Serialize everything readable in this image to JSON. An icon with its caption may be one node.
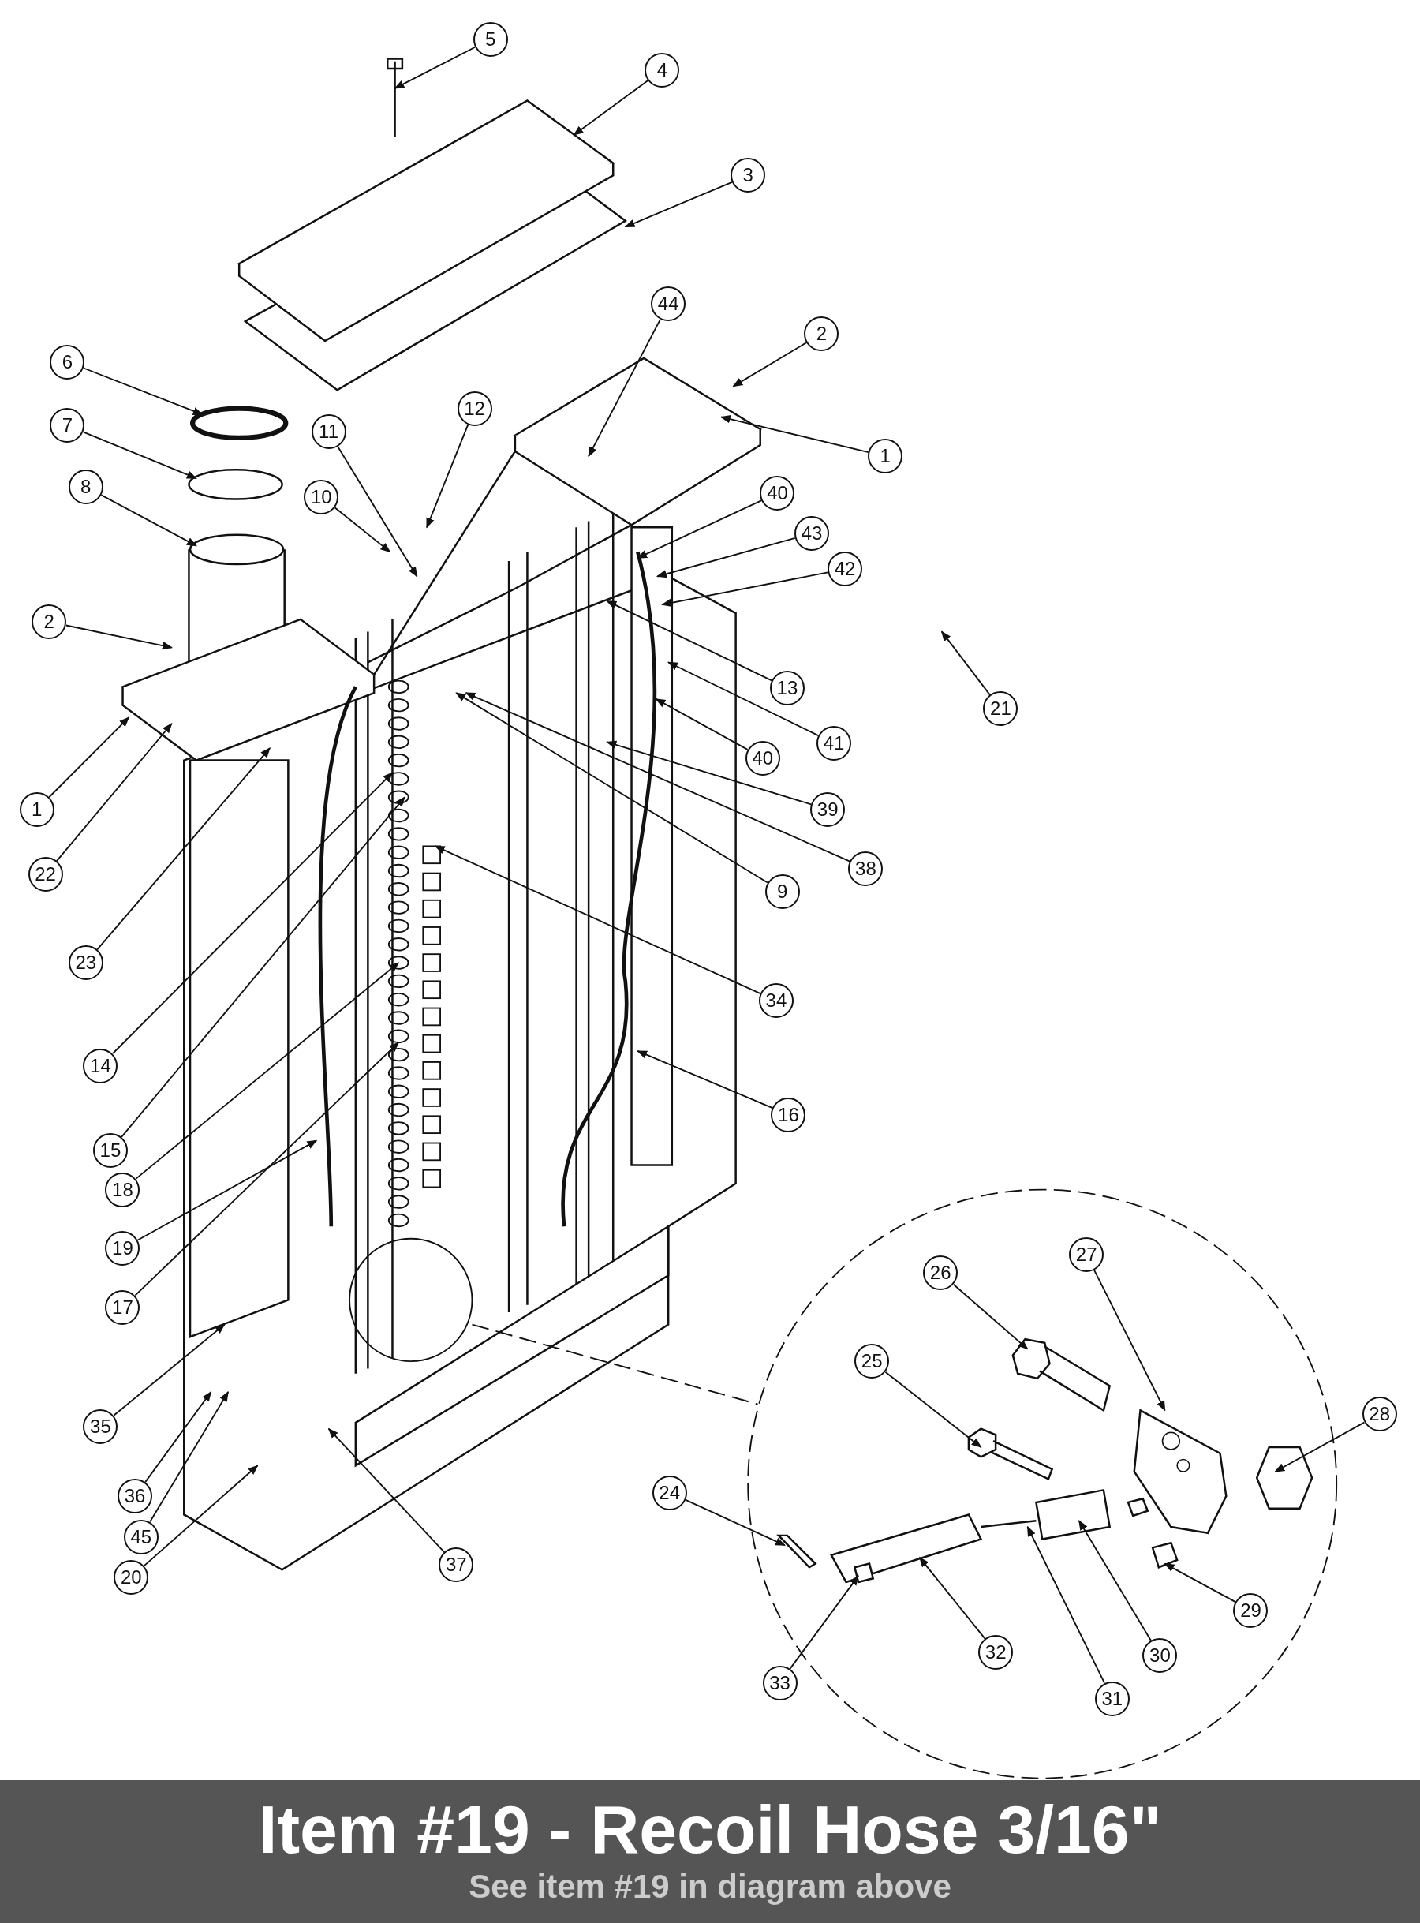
{
  "diagram": {
    "title": "Item #19 - Recoil Hose 3/16\"",
    "caption": "See item #19 in diagram above",
    "nodes": [
      {
        "text": [
          "5"
        ]
      },
      {
        "text": [
          "4"
        ]
      },
      {
        "text": [
          "3"
        ]
      },
      {
        "text": [
          "44"
        ]
      },
      {
        "text": [
          "2"
        ]
      },
      {
        "text": [
          "12"
        ]
      },
      {
        "text": [
          "6"
        ]
      },
      {
        "text": [
          "11"
        ]
      },
      {
        "text": [
          "7"
        ]
      },
      {
        "text": [
          "10"
        ]
      },
      {
        "text": [
          "1"
        ]
      },
      {
        "text": [
          "40"
        ]
      },
      {
        "text": [
          "8"
        ]
      },
      {
        "text": [
          "43"
        ]
      },
      {
        "text": [
          "42"
        ]
      },
      {
        "text": [
          "2"
        ]
      },
      {
        "text": [
          "21"
        ]
      },
      {
        "text": [
          "13"
        ]
      },
      {
        "text": [
          "41"
        ]
      },
      {
        "text": [
          "1"
        ]
      },
      {
        "text": [
          "40"
        ]
      },
      {
        "text": [
          "22"
        ]
      },
      {
        "text": [
          "39"
        ]
      },
      {
        "text": [
          "38"
        ]
      },
      {
        "text": [
          "9"
        ]
      },
      {
        "text": [
          "23"
        ]
      },
      {
        "text": [
          "34"
        ]
      },
      {
        "text": [
          "14"
        ]
      },
      {
        "text": [
          "16"
        ]
      },
      {
        "text": [
          "15"
        ]
      },
      {
        "text": [
          "18"
        ]
      },
      {
        "text": [
          "19"
        ]
      },
      {
        "text": [
          "17"
        ]
      },
      {
        "text": [
          "27"
        ]
      },
      {
        "text": [
          "26"
        ]
      },
      {
        "text": [
          "28"
        ]
      },
      {
        "text": [
          "25"
        ]
      },
      {
        "text": [
          "35"
        ]
      },
      {
        "text": [
          "24"
        ]
      },
      {
        "text": [
          "29"
        ]
      },
      {
        "text": [
          "36"
        ]
      },
      {
        "text": [
          "30"
        ]
      },
      {
        "text": [
          "45"
        ]
      },
      {
        "text": [
          "32"
        ]
      },
      {
        "text": [
          "33"
        ]
      },
      {
        "text": [
          "31"
        ]
      },
      {
        "text": [
          "20"
        ]
      },
      {
        "text": [
          "37"
        ]
      }
    ],
    "edges": [
      {
        "from": 0,
        "to": null,
        "arrow": "to"
      },
      {
        "from": 1,
        "to": null,
        "arrow": "to"
      },
      {
        "from": 2,
        "to": null,
        "arrow": "to"
      },
      {
        "from": 3,
        "to": null,
        "arrow": "to"
      },
      {
        "from": 4,
        "to": null,
        "arrow": "to"
      },
      {
        "from": 5,
        "to": null,
        "arrow": "to"
      },
      {
        "from": 6,
        "to": null,
        "arrow": "to"
      },
      {
        "from": 7,
        "to": null,
        "arrow": "to"
      },
      {
        "from": 8,
        "to": null,
        "arrow": "to"
      },
      {
        "from": 9,
        "to": null,
        "arrow": "to"
      },
      {
        "from": 10,
        "to": null,
        "arrow": "to"
      },
      {
        "from": 11,
        "to": null,
        "arrow": "to"
      },
      {
        "from": 12,
        "to": null,
        "arrow": "to"
      },
      {
        "from": 13,
        "to": null,
        "arrow": "to"
      },
      {
        "from": 14,
        "to": null,
        "arrow": "to"
      },
      {
        "from": 15,
        "to": null,
        "arrow": "to"
      },
      {
        "from": 16,
        "to": null,
        "arrow": "to"
      },
      {
        "from": 17,
        "to": null,
        "arrow": "to"
      },
      {
        "from": 18,
        "to": null,
        "arrow": "to"
      },
      {
        "from": 19,
        "to": null,
        "arrow": "to"
      },
      {
        "from": 20,
        "to": null,
        "arrow": "to"
      },
      {
        "from": 21,
        "to": null,
        "arrow": "to"
      },
      {
        "from": 22,
        "to": null,
        "arrow": "to"
      },
      {
        "from": 23,
        "to": null,
        "arrow": "to"
      },
      {
        "from": 24,
        "to": null,
        "arrow": "to"
      },
      {
        "from": 25,
        "to": null,
        "arrow": "to"
      },
      {
        "from": 26,
        "to": null,
        "arrow": "to"
      },
      {
        "from": 27,
        "to": null,
        "arrow": "to"
      },
      {
        "from": 28,
        "to": null,
        "arrow": "to"
      },
      {
        "from": 29,
        "to": null,
        "arrow": "to"
      },
      {
        "from": 30,
        "to": null,
        "arrow": "to"
      },
      {
        "from": 31,
        "to": null,
        "arrow": "to"
      },
      {
        "from": 32,
        "to": null,
        "arrow": "to"
      },
      {
        "from": 33,
        "to": null,
        "arrow": "to"
      },
      {
        "from": 34,
        "to": null,
        "arrow": "to"
      },
      {
        "from": 35,
        "to": null,
        "arrow": "to"
      },
      {
        "from": 36,
        "to": null,
        "arrow": "to"
      },
      {
        "from": 37,
        "to": null,
        "arrow": "to"
      },
      {
        "from": 38,
        "to": null,
        "arrow": "to"
      },
      {
        "from": 39,
        "to": null,
        "arrow": "to"
      },
      {
        "from": 40,
        "to": null,
        "arrow": "to"
      },
      {
        "from": 41,
        "to": null,
        "arrow": "to"
      },
      {
        "from": 42,
        "to": null,
        "arrow": "to"
      },
      {
        "from": 43,
        "to": null,
        "arrow": "to"
      },
      {
        "from": 44,
        "to": null,
        "arrow": "to"
      },
      {
        "from": 45,
        "to": null,
        "arrow": "to"
      },
      {
        "from": 46,
        "to": null,
        "arrow": "to"
      },
      {
        "from": 47,
        "to": null,
        "arrow": "to"
      }
    ]
  }
}
